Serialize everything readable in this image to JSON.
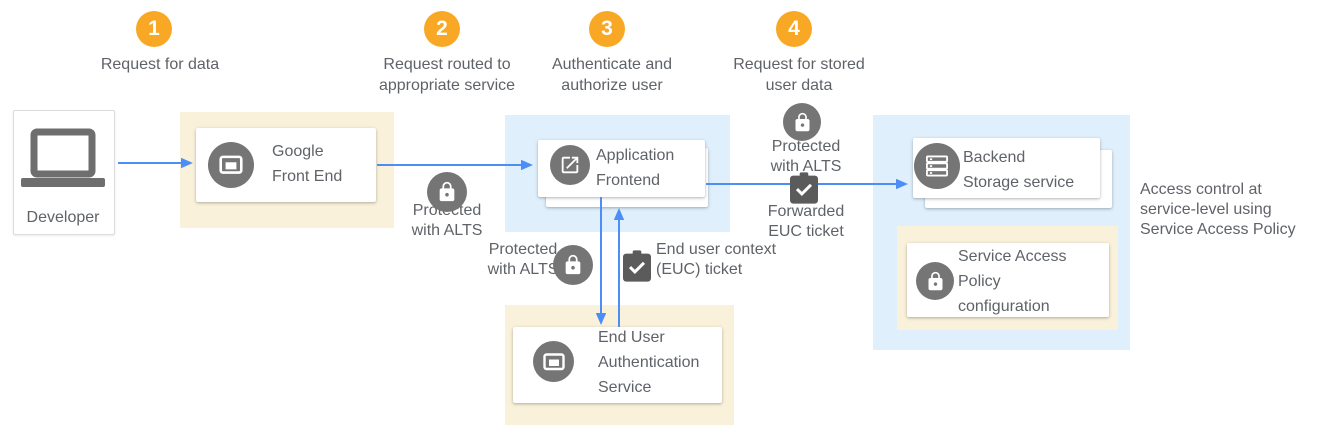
{
  "steps": [
    {
      "number": "1",
      "lines": [
        "Request for data"
      ]
    },
    {
      "number": "2",
      "lines": [
        "Request routed to",
        "appropriate service"
      ]
    },
    {
      "number": "3",
      "lines": [
        "Authenticate and",
        "authorize user"
      ]
    },
    {
      "number": "4",
      "lines": [
        "Request for stored",
        "user data"
      ]
    }
  ],
  "nodes": {
    "developer": {
      "label": "Developer"
    },
    "google_front_end": {
      "lines": [
        "Google",
        "Front End"
      ]
    },
    "application_frontend": {
      "lines": [
        "Application",
        "Frontend"
      ]
    },
    "end_user_auth": {
      "lines": [
        "End User",
        "Authentication",
        "Service"
      ]
    },
    "backend_storage": {
      "lines": [
        "Backend",
        "Storage service"
      ]
    },
    "service_access_policy": {
      "lines": [
        "Service Access",
        "Policy",
        "configuration"
      ]
    }
  },
  "annotations": {
    "alts_route": {
      "lines": [
        "Protected",
        "with ALTS"
      ]
    },
    "alts_auth": {
      "lines": [
        "Protected",
        "with ALTS"
      ]
    },
    "alts_storage": {
      "lines": [
        "Protected",
        "with ALTS"
      ]
    },
    "euc_ticket": {
      "lines": [
        "End user context",
        "(EUC) ticket"
      ]
    },
    "forwarded_ticket": {
      "lines": [
        "Forwarded",
        "EUC ticket"
      ]
    },
    "access_note": {
      "lines": [
        "Access control at",
        "service-level using",
        "Service Access Policy"
      ]
    }
  },
  "colors": {
    "step_yellow": "#f9a825",
    "zone_cream": "#faf1da",
    "zone_blue": "#dfeffb",
    "icon_gray": "#757575",
    "ticket_gray": "#5b5b5b",
    "arrow_blue": "#4c8ef5",
    "text_gray": "#5f6368"
  }
}
